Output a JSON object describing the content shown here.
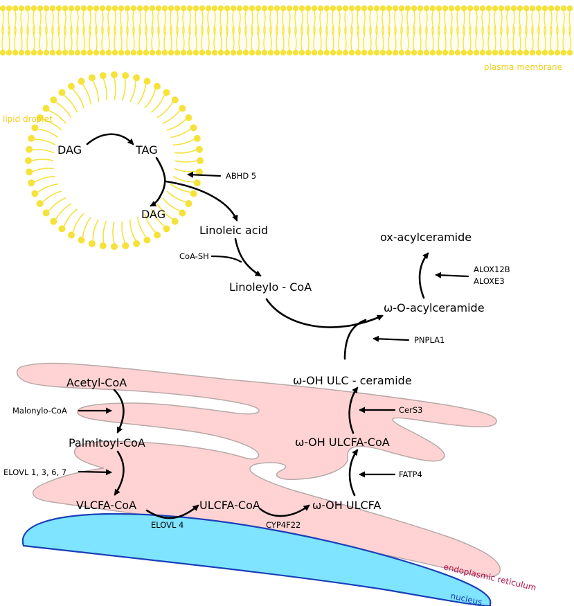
{
  "structures": {
    "plasma_membrane": "plasma membrane",
    "lipid_droplet": "lipid droplet",
    "er": "endoplasmic reticulum",
    "nucleus": "nucleus"
  },
  "metabolites": {
    "dag_top": "DAG",
    "tag": "TAG",
    "dag_bottom": "DAG",
    "linoleic_acid": "Linoleic acid",
    "linoleylo_coa": "Linoleylo - CoA",
    "ox_acylceramide": "ox-acylceramide",
    "o_acylceramide": "ω-O-acylceramide",
    "acetyl_coa": "Acetyl-CoA",
    "palmitoyl_coa": "Palmitoyl-CoA",
    "vlcfa_coa": "VLCFA-CoA",
    "ulcfa_coa": "ULCFA-CoA",
    "oh_ulcfa": "ω-OH ULCFA",
    "oh_ulcfa_coa": "ω-OH ULCFA-CoA",
    "oh_ulc_ceramide": "ω-OH ULC - ceramide"
  },
  "enzymes": {
    "abhd5": "ABHD 5",
    "coash": "CoA-SH",
    "alox12b": "ALOX12B",
    "aloxe3": "ALOXE3",
    "pnpla1": "PNPLA1",
    "malonylo_coa": "Malonylo-CoA",
    "elovl_1367": "ELOVL 1, 3, 6, 7",
    "elovl4": "ELOVL 4",
    "cyp4f22": "CYP4F22",
    "cers3": "CerS3",
    "fatp4": "FATP4"
  },
  "colors": {
    "membrane": "#f5e23a",
    "membrane_label": "#f0d020",
    "er_fill": "#ffd3d3",
    "er_stroke": "#b8a8a8",
    "er_label": "#b0104a",
    "nucleus_fill": "#7fe4ff",
    "nucleus_stroke": "#1a3fb8",
    "nucleus_label": "#1a3fb8"
  }
}
